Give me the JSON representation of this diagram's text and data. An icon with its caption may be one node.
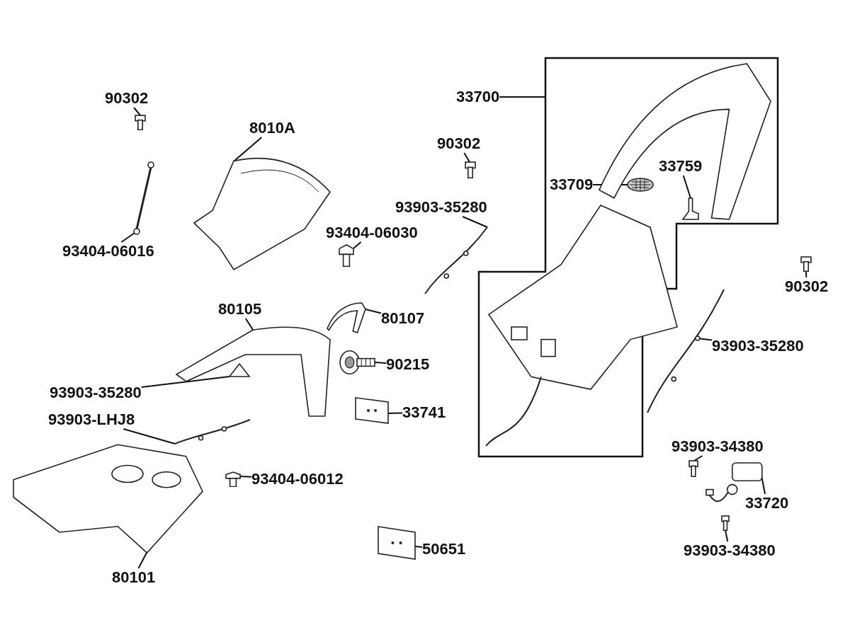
{
  "diagram": {
    "nodes": [
      {
        "text": [
          "90302"
        ]
      },
      {
        "text": [],
        "shape": "picture"
      },
      {
        "text": [
          "8010A"
        ]
      },
      {
        "text": [],
        "shape": "picture"
      },
      {
        "text": [
          "90302"
        ]
      },
      {
        "text": [],
        "shape": "picture"
      },
      {
        "text": [
          "93903-35280"
        ]
      },
      {
        "text": [],
        "shape": "picture"
      },
      {
        "text": [
          "93404-06016"
        ]
      },
      {
        "text": [],
        "shape": "picture"
      },
      {
        "text": [
          "93404-06030"
        ]
      },
      {
        "text": [],
        "shape": "picture"
      },
      {
        "text": [
          "33700"
        ]
      },
      {
        "text": [],
        "shape": "box"
      },
      {
        "text": [],
        "shape": "picture",
        "in": 13
      },
      {
        "text": [
          "33709"
        ],
        "in": 13
      },
      {
        "text": [],
        "shape": "picture",
        "in": 13
      },
      {
        "text": [
          "33759"
        ],
        "in": 13
      },
      {
        "text": [],
        "shape": "picture",
        "in": 13
      },
      {
        "text": [],
        "shape": "picture",
        "in": 13
      },
      {
        "text": [
          "90302"
        ]
      },
      {
        "text": [],
        "shape": "picture"
      },
      {
        "text": [
          "93903-35280"
        ]
      },
      {
        "text": [],
        "shape": "picture"
      },
      {
        "text": [
          "80105"
        ]
      },
      {
        "text": [],
        "shape": "picture"
      },
      {
        "text": [
          "80107"
        ]
      },
      {
        "text": [],
        "shape": "picture"
      },
      {
        "text": [
          "90215"
        ]
      },
      {
        "text": [],
        "shape": "picture"
      },
      {
        "text": [
          "93903-35280"
        ]
      },
      {
        "text": [],
        "shape": "picture"
      },
      {
        "text": [
          "33741"
        ]
      },
      {
        "text": [],
        "shape": "picture"
      },
      {
        "text": [
          "93903-LHJ8"
        ]
      },
      {
        "text": [],
        "shape": "picture"
      },
      {
        "text": [
          "93404-06012"
        ]
      },
      {
        "text": [],
        "shape": "picture"
      },
      {
        "text": [
          "80101"
        ]
      },
      {
        "text": [],
        "shape": "picture"
      },
      {
        "text": [
          "50651"
        ]
      },
      {
        "text": [],
        "shape": "picture"
      },
      {
        "text": [
          "93903-34380"
        ]
      },
      {
        "text": [],
        "shape": "picture"
      },
      {
        "text": [
          "33720"
        ]
      },
      {
        "text": [],
        "shape": "picture"
      },
      {
        "text": [
          "93903-34380"
        ]
      },
      {
        "text": [],
        "shape": "picture"
      }
    ],
    "edges": [
      {
        "from": 0,
        "to": 1,
        "arrow": "none"
      },
      {
        "from": 2,
        "to": 3,
        "arrow": "none"
      },
      {
        "from": 4,
        "to": 5,
        "arrow": "none"
      },
      {
        "from": 6,
        "to": 7,
        "arrow": "none"
      },
      {
        "from": 8,
        "to": 9,
        "arrow": "none"
      },
      {
        "from": 10,
        "to": 11,
        "arrow": "none"
      },
      {
        "from": 12,
        "to": 13,
        "arrow": "none"
      },
      {
        "from": 15,
        "to": 16,
        "arrow": "none"
      },
      {
        "from": 17,
        "to": 18,
        "arrow": "none"
      },
      {
        "from": 20,
        "to": 21,
        "arrow": "none"
      },
      {
        "from": 22,
        "to": 23,
        "arrow": "none"
      },
      {
        "from": 24,
        "to": 25,
        "arrow": "none"
      },
      {
        "from": 26,
        "to": 27,
        "arrow": "none"
      },
      {
        "from": 28,
        "to": 29,
        "arrow": "none"
      },
      {
        "from": 30,
        "to": 31,
        "arrow": "none"
      },
      {
        "from": 32,
        "to": 33,
        "arrow": "none"
      },
      {
        "from": 34,
        "to": 35,
        "arrow": "none"
      },
      {
        "from": 36,
        "to": 37,
        "arrow": "none"
      },
      {
        "from": 38,
        "to": 39,
        "arrow": "none"
      },
      {
        "from": 40,
        "to": 41,
        "arrow": "none"
      },
      {
        "from": 42,
        "to": 43,
        "arrow": "none"
      },
      {
        "from": 44,
        "to": 45,
        "arrow": "none"
      },
      {
        "from": 46,
        "to": 47,
        "arrow": "none"
      }
    ]
  }
}
